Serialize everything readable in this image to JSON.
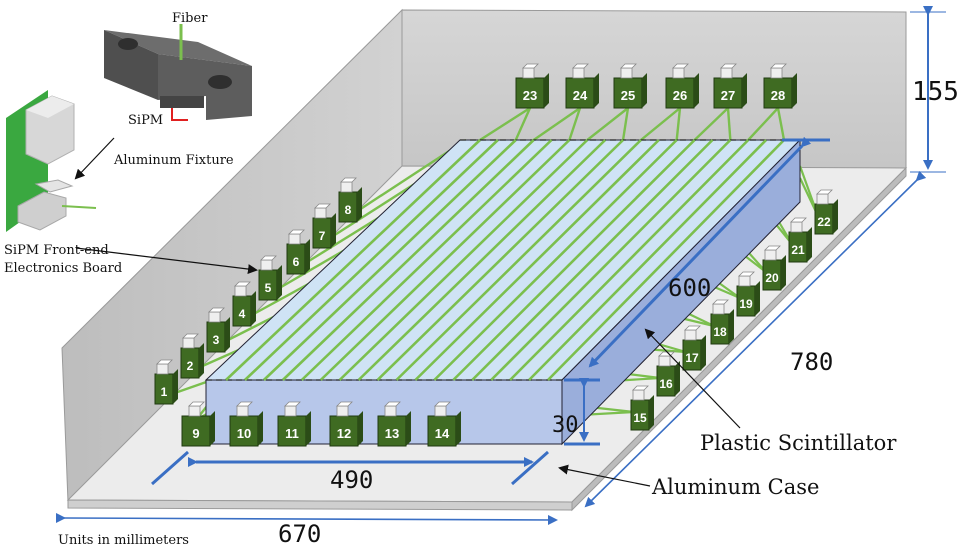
{
  "labels": {
    "fiber": "Fiber",
    "sipm": "SiPM",
    "fixture": "Aluminum Fixture",
    "board_line1": "SiPM Front-end",
    "board_line2": "Electronics Board",
    "scintillator": "Plastic Scintillator",
    "case": "Aluminum Case",
    "units": "Units in millimeters"
  },
  "dimensions": {
    "height": "155",
    "case_depth": "780",
    "scint_depth": "600",
    "scint_thickness": "30",
    "scint_width": "490",
    "case_width": "670"
  },
  "sipm_numbers": [
    "1",
    "2",
    "3",
    "4",
    "5",
    "6",
    "7",
    "8",
    "9",
    "10",
    "11",
    "12",
    "13",
    "14",
    "15",
    "16",
    "17",
    "18",
    "19",
    "20",
    "21",
    "22",
    "23",
    "24",
    "25",
    "26",
    "27",
    "28"
  ],
  "colors": {
    "fiber": "#7bbf4e",
    "sipm_body": "#3f6b22",
    "scintillator_top": "#cfe3f5",
    "scintillator_front": "#b7c7ea",
    "scintillator_side": "#9aaedb",
    "dimension_line": "#3a6fc4",
    "wall": "#cfcfcf",
    "floor": "#e9e9e9",
    "pcb": "#3aa840",
    "fixture": "#5a5a5a"
  }
}
